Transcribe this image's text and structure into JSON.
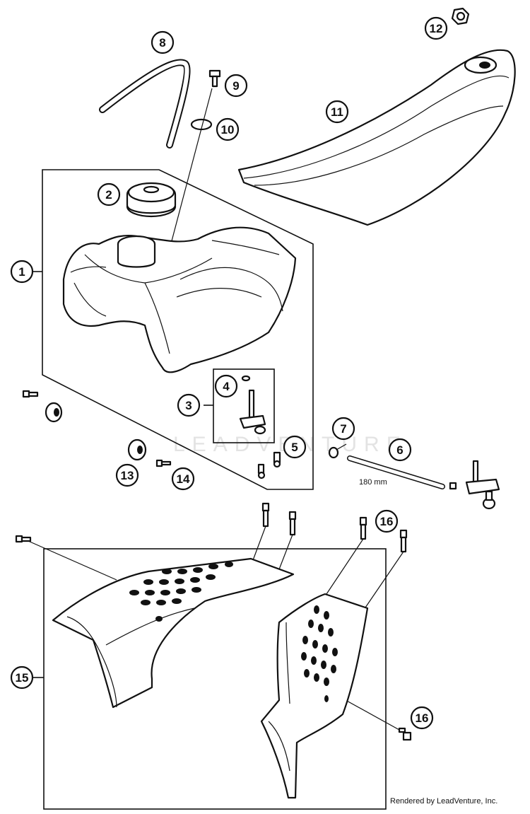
{
  "callouts": [
    "1",
    "2",
    "3",
    "4",
    "5",
    "6",
    "7",
    "8",
    "9",
    "10",
    "11",
    "12",
    "13",
    "14",
    "15",
    "16"
  ],
  "dimension_label": "180 mm",
  "watermark": "LEADVENTURE",
  "credit": "Rendered by LeadVenture, Inc."
}
